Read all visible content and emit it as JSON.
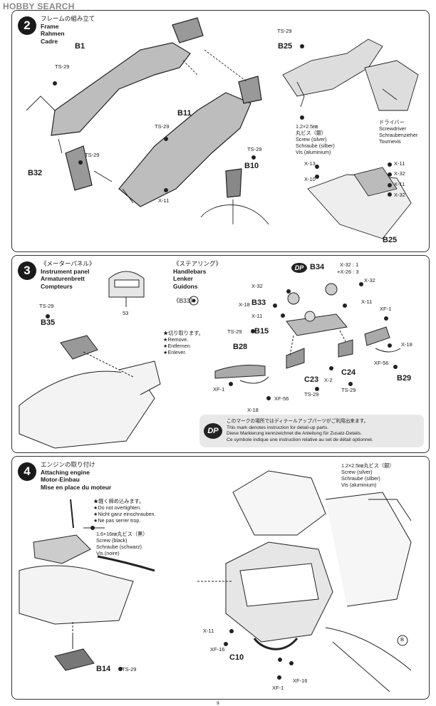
{
  "watermark": "HOBBY SEARCH",
  "step2": {
    "number": "2",
    "title_jp": "フレームの組み立て",
    "title_en": "Frame",
    "title_de": "Rahmen",
    "title_fr": "Cadre",
    "parts": {
      "b1": "B1",
      "b11": "B11",
      "b32": "B32",
      "b10": "B10",
      "b25a": "B25",
      "b25b": "B25"
    },
    "ts29": "TS-29",
    "x11": "X-11",
    "x13": "X-13",
    "x10": "X-10",
    "x32": "X-32",
    "screw_size": "1.2×2.5㎜",
    "screw_jp": "丸ビス（銀）",
    "screw_en": "Screw (silver)",
    "screw_de": "Schraube (silber)",
    "screw_fr": "Vis (aluminium)",
    "driver_jp": "ドライバー",
    "driver_en": "Screwdriver",
    "driver_de": "Schraubenzieher",
    "driver_fr": "Tournevis"
  },
  "step3": {
    "number": "3",
    "meter_jp": "《メーターパネル》",
    "meter_en": "Instrument panel",
    "meter_de": "Armaturenbrett",
    "meter_fr": "Compteurs",
    "steer_jp": "《ステアリング》",
    "steer_en": "Handlebars",
    "steer_de": "Lenker",
    "steer_fr": "Guidons",
    "b33_label": "《B33》",
    "remove_jp": "★切り取ります。",
    "remove_en": "★Remove.",
    "remove_de": "★Entfernen.",
    "remove_fr": "★Enlever.",
    "decal": "53",
    "parts": {
      "b35": "B35",
      "b34": "B34",
      "b33": "B33",
      "b15": "B15",
      "b28": "B28",
      "b29": "B29",
      "c23": "C23",
      "c24": "C24"
    },
    "ts29": "TS-29",
    "x18": "X-18",
    "x32": "X-32",
    "x11": "X-11",
    "x2": "X-2",
    "xf1": "XF-1",
    "xf56": "XF-56",
    "paint_mix1": "X-32 : 1",
    "paint_mix2": "+X-26 : 3",
    "dp_mark": "DP",
    "dp_jp": "このマークの場所ではディテールアップパーツがご利用出来ます。",
    "dp_en": "This mark denotes instruction for detail-up parts.",
    "dp_de": "Diese Markierung kennzeichnet die Anleitung für Zusatz-Details.",
    "dp_fr": "Ce symbole indique une instruction relative au set de détail optionnel."
  },
  "step4": {
    "number": "4",
    "title_jp": "エンジンの取り付け",
    "title_en": "Attaching engine",
    "title_de": "Motor-Einbau",
    "title_fr": "Mise en place du moteur",
    "caution_jp": "★軽く締め込みます。",
    "caution_en": "★Do not overtighten.",
    "caution_de": "★Nicht ganz einschrauben.",
    "caution_fr": "★Ne pas serrer trop.",
    "screw16_size": "1.6×16㎜丸ビス（黒）",
    "screw16_en": "Screw (black)",
    "screw16_de": "Schraube (schwarz)",
    "screw16_fr": "Vis (noire)",
    "screw12_size": "1.2×2.5㎜丸ビス（銀）",
    "screw12_en": "Screw (silver)",
    "screw12_de": "Schraube (silber)",
    "screw12_fr": "Vis (aluminium)",
    "parts": {
      "b14": "B14",
      "c10": "C10"
    },
    "ts29": "TS-29",
    "x11": "X-11",
    "xf16a": "XF-16",
    "xf16b": "XF-16",
    "xf1": "XF-1",
    "circle_b": "B"
  },
  "footer": "9"
}
